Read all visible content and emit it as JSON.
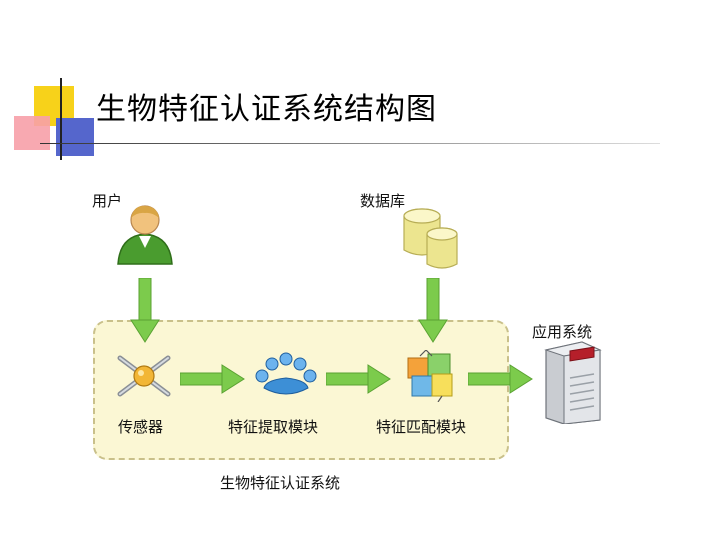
{
  "slide": {
    "title": "生物特征认证系统结构图"
  },
  "diagram": {
    "user_label": "用户",
    "database_label": "数据库",
    "application_label": "应用系统",
    "sensor_label": "传感器",
    "extraction_label": "特征提取模块",
    "matching_label": "特征匹配模块",
    "system_label": "生物特征认证系统"
  }
}
